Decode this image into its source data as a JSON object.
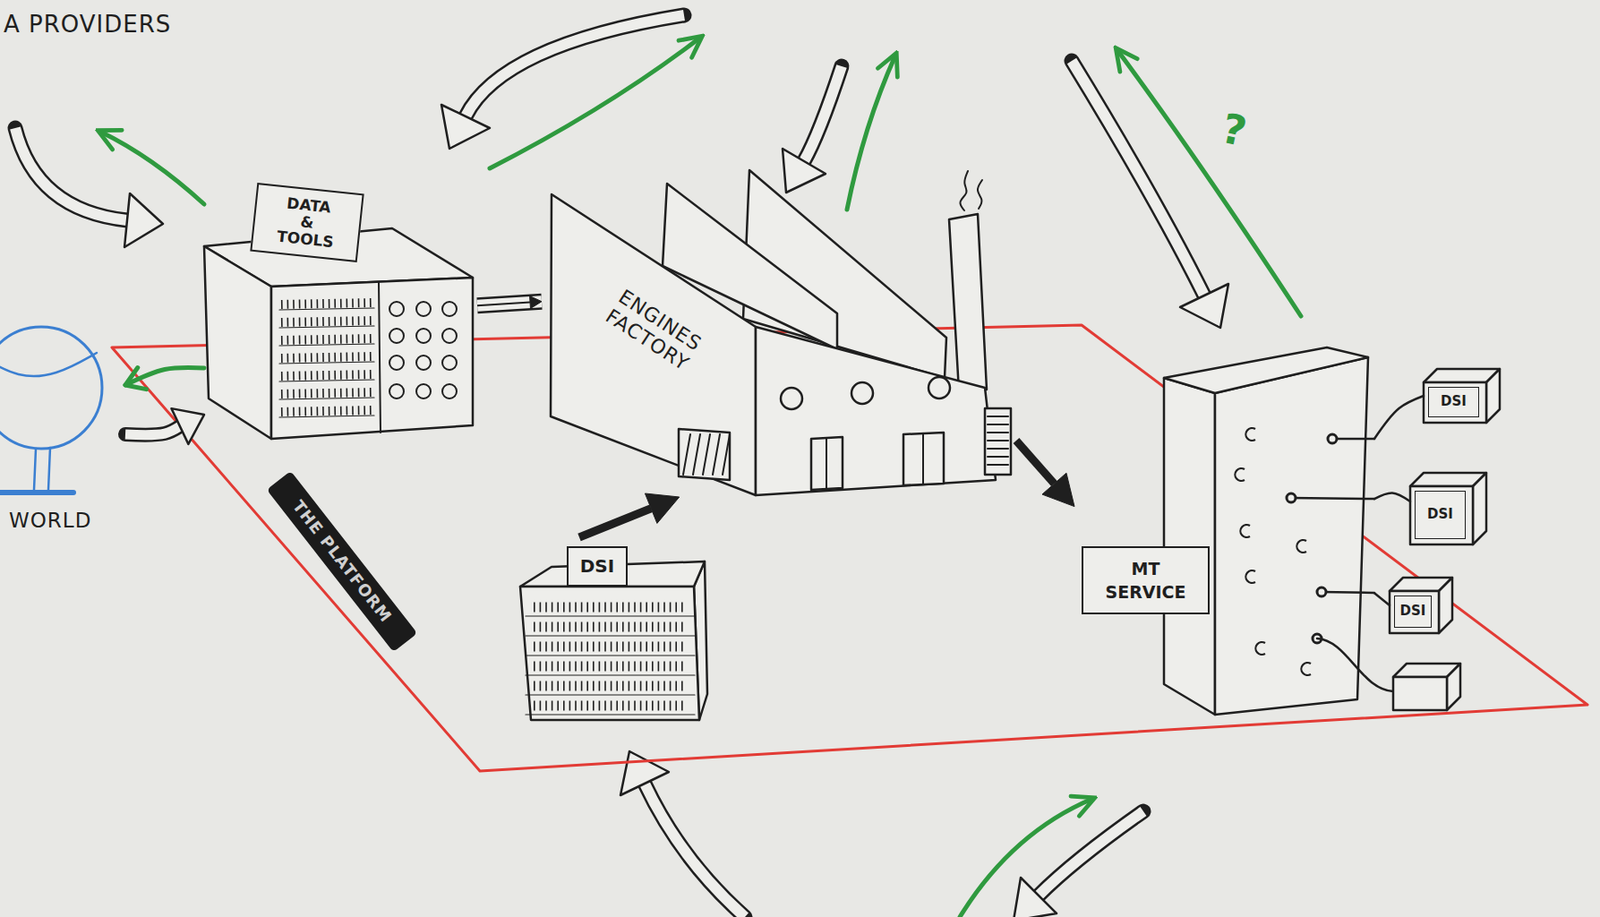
{
  "diagram": {
    "nodes": [
      {
        "text": [
          "WORLD"
        ]
      },
      {
        "text": [
          "THE PLATFORM"
        ]
      },
      {
        "text": [
          "DATA & TOOLS"
        ],
        "in": 1
      },
      {
        "text": [
          "ENGINES FACTORY"
        ],
        "in": 1
      },
      {
        "text": [
          "DSI"
        ],
        "in": 1
      },
      {
        "text": [
          "MT SERVICE"
        ],
        "in": 1
      },
      {
        "text": [
          "DSI"
        ]
      },
      {
        "text": [
          "DSI"
        ]
      },
      {
        "text": [
          "DSI"
        ],
        "in": 1
      }
    ],
    "edges": [
      {
        "from": 2,
        "to": 3,
        "arrow": "to"
      },
      {
        "from": 4,
        "to": 3,
        "arrow": "to"
      },
      {
        "from": 3,
        "to": 5,
        "arrow": "to"
      },
      {
        "from": 2,
        "to": 0,
        "arrow": "to"
      },
      {
        "from": 0,
        "to": 2,
        "arrow": "to"
      },
      {
        "from": 5,
        "to": 6,
        "arrow": "none"
      },
      {
        "from": 5,
        "to": 7,
        "arrow": "none"
      },
      {
        "from": 5,
        "to": 8,
        "arrow": "none"
      }
    ],
    "labels": [
      "A PROVIDERS",
      "?"
    ]
  }
}
